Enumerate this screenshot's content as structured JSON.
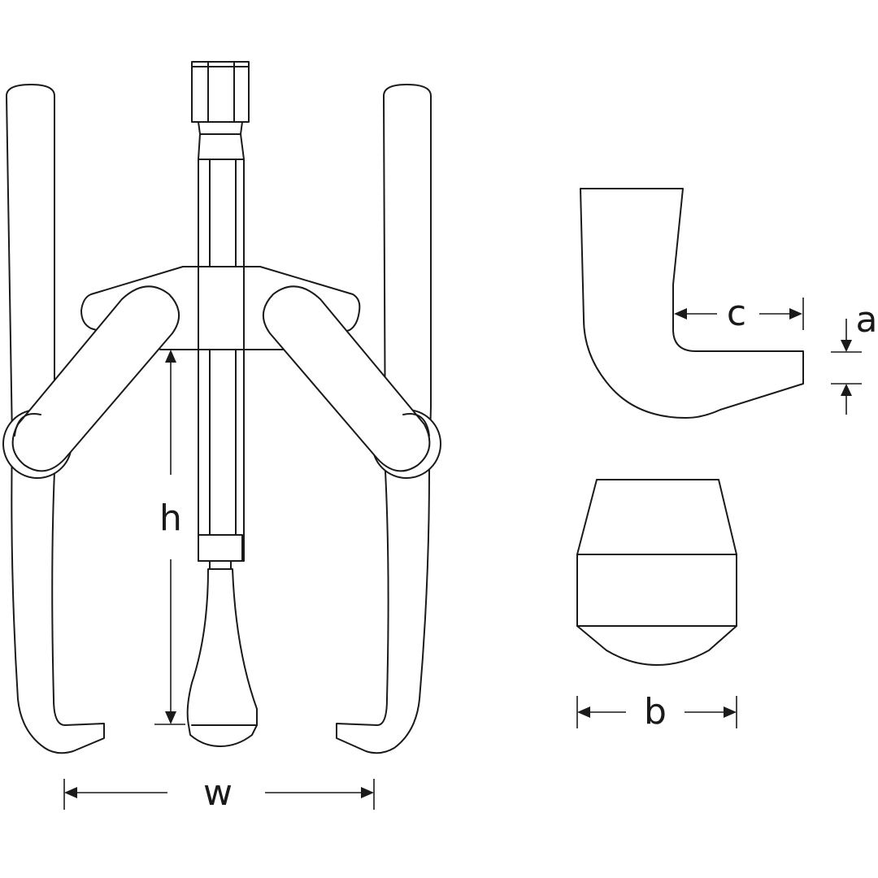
{
  "diagram": {
    "labels": {
      "w": "w",
      "h": "h",
      "a": "a",
      "b": "b",
      "c": "c"
    },
    "colors": {
      "line": "#1a1a1a",
      "background": "#ffffff"
    }
  }
}
